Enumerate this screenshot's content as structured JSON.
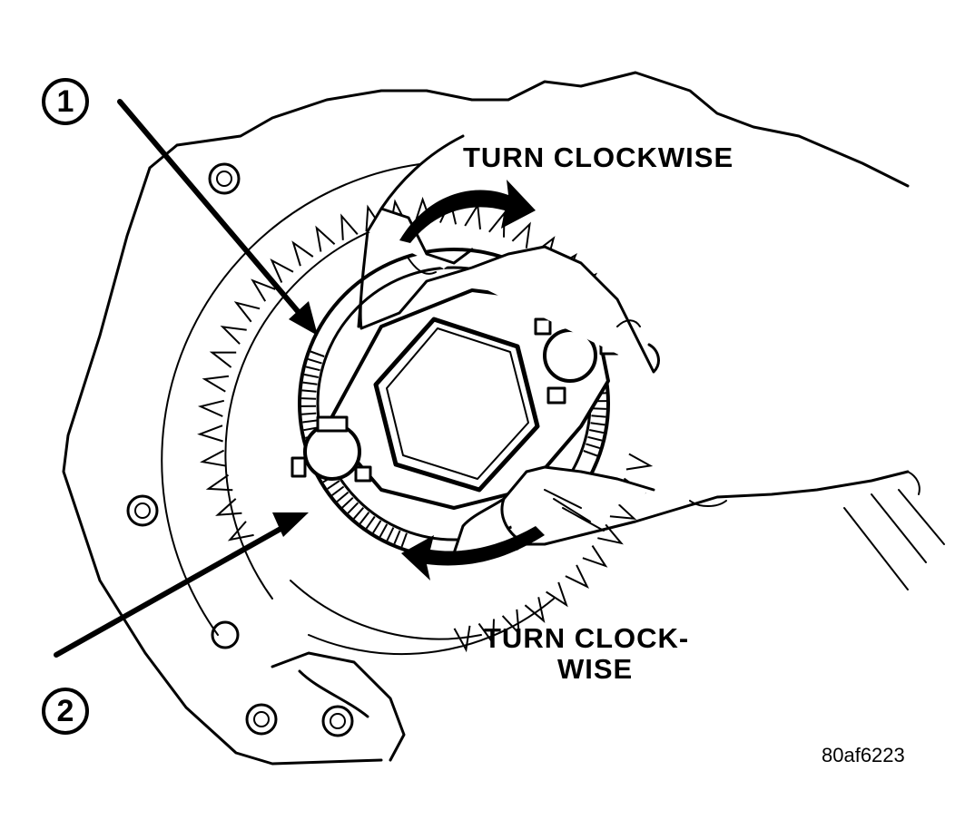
{
  "labels": {
    "turn_top": "TURN CLOCKWISE",
    "turn_bottom_line1": "TURN CLOCK-",
    "turn_bottom_line2": "WISE",
    "callout_1": "1",
    "callout_2": "2",
    "figure_id": "80af6223"
  },
  "colors": {
    "ink": "#000000",
    "paper": "#ffffff"
  }
}
